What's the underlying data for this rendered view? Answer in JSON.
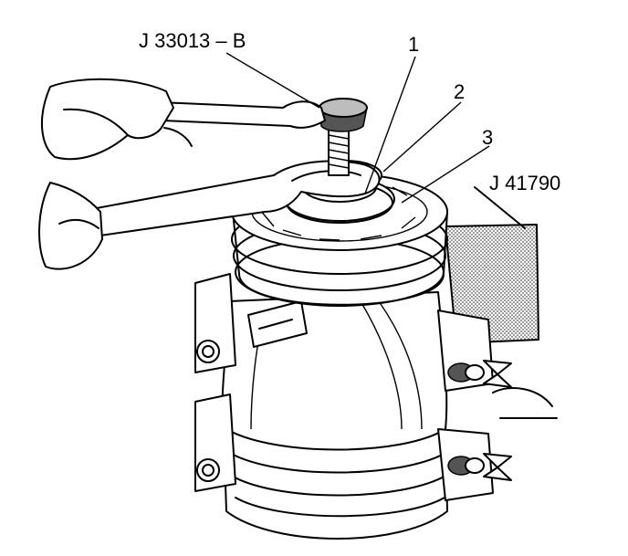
{
  "callouts": {
    "tool_wrench_holder": "J 33013 – B",
    "tool_fixture": "J 41790",
    "item_1": "1",
    "item_2": "2",
    "item_3": "3"
  }
}
